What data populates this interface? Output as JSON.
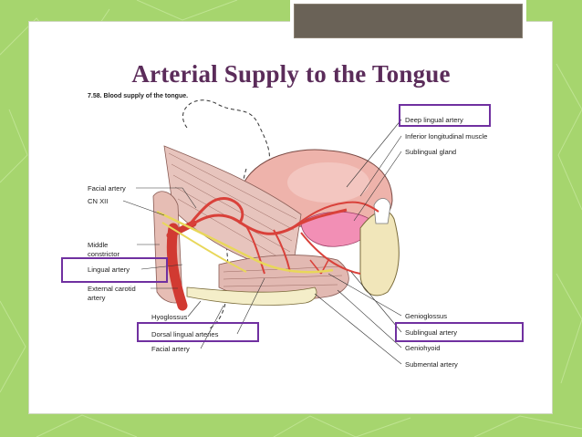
{
  "slide": {
    "title": "Arterial Supply to the Tongue",
    "figure_caption": "7.58. Blood supply of the tongue."
  },
  "labels": {
    "deep_lingual_artery": "Deep lingual artery",
    "inferior_longitudinal_muscle": "Inferior longitudinal muscle",
    "sublingual_gland": "Sublingual gland",
    "facial_artery_top": "Facial artery",
    "cn_xii": "CN XII",
    "middle_constrictor_1": "Middle",
    "middle_constrictor_2": "constrictor",
    "lingual_artery": "Lingual artery",
    "external_carotid_1": "External carotid",
    "external_carotid_2": "artery",
    "hyoglossus": "Hyoglossus",
    "dorsal_lingual_arteries": "Dorsal lingual arteries",
    "facial_artery_bottom": "Facial artery",
    "genioglossus": "Genioglossus",
    "sublingual_artery": "Sublingual artery",
    "geniohyoid": "Geniohyoid",
    "submental_artery": "Submental artery"
  },
  "colors": {
    "background": "#a6d56e",
    "title": "#5b2c5a",
    "highlight_box": "#7030a0",
    "artery": "#d9413a",
    "tongue": "#e9a9a3",
    "gland": "#f08fb4",
    "bone": "#efe2b0"
  }
}
